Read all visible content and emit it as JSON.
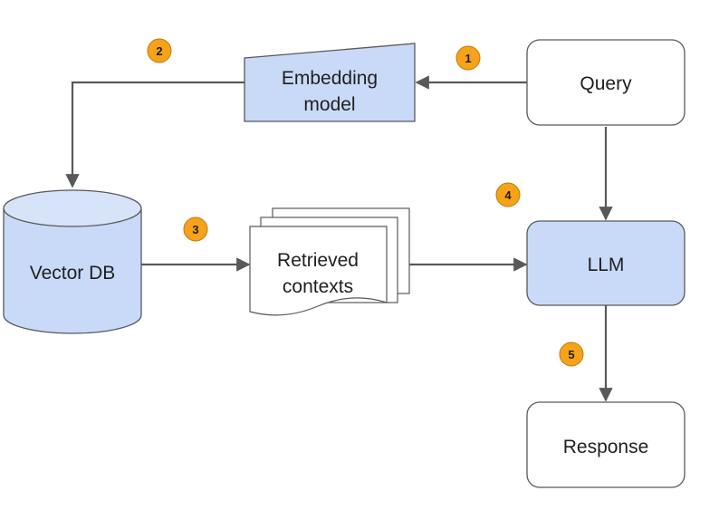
{
  "nodes": {
    "query": {
      "label": "Query"
    },
    "embedding_model": {
      "label_line1": "Embedding",
      "label_line2": "model"
    },
    "vector_db": {
      "label": "Vector DB"
    },
    "retrieved_contexts": {
      "label_line1": "Retrieved",
      "label_line2": "contexts"
    },
    "llm": {
      "label": "LLM"
    },
    "response": {
      "label": "Response"
    }
  },
  "steps": [
    "1",
    "2",
    "3",
    "4",
    "5"
  ],
  "colors": {
    "accent_fill": "#c9daf8",
    "node_stroke": "#595959",
    "badge_fill": "#f6a21a",
    "badge_stroke": "#c27a06"
  }
}
